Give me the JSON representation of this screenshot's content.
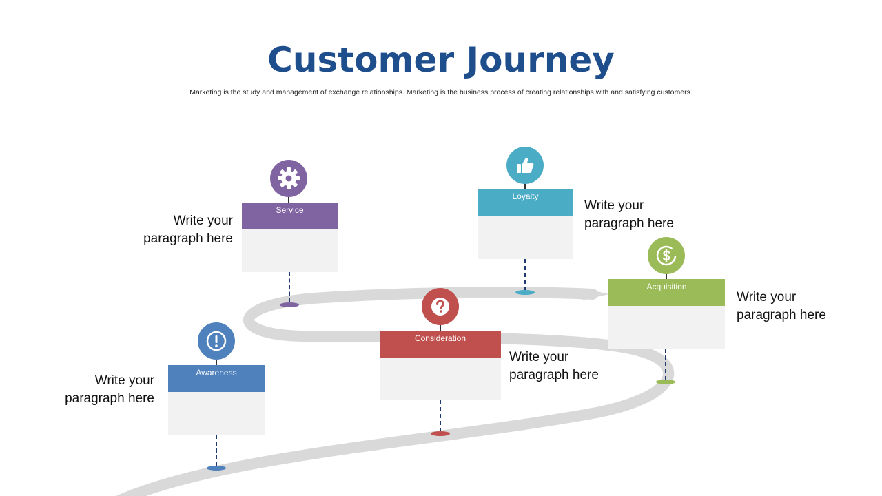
{
  "title": "Customer Journey",
  "subtitle": "Marketing is the study and management of exchange relationships. Marketing is the business process of creating relationships with and satisfying customers.",
  "stages": {
    "awareness": {
      "label": "Awareness",
      "color": "#4f81bd",
      "icon": "exclamation-icon",
      "text": "Write your paragraph here"
    },
    "service": {
      "label": "Service",
      "color": "#8064a2",
      "icon": "gear-icon",
      "text": "Write your paragraph here"
    },
    "consideration": {
      "label": "Consideration",
      "color": "#c0504d",
      "icon": "question-icon",
      "text": "Write your paragraph here"
    },
    "loyalty": {
      "label": "Loyalty",
      "color": "#4bacc6",
      "icon": "thumbs-up-icon",
      "text": "Write your paragraph here"
    },
    "acquisition": {
      "label": "Acquisition",
      "color": "#9bbb59",
      "icon": "dollar-icon",
      "text": "Write your paragraph here"
    }
  }
}
